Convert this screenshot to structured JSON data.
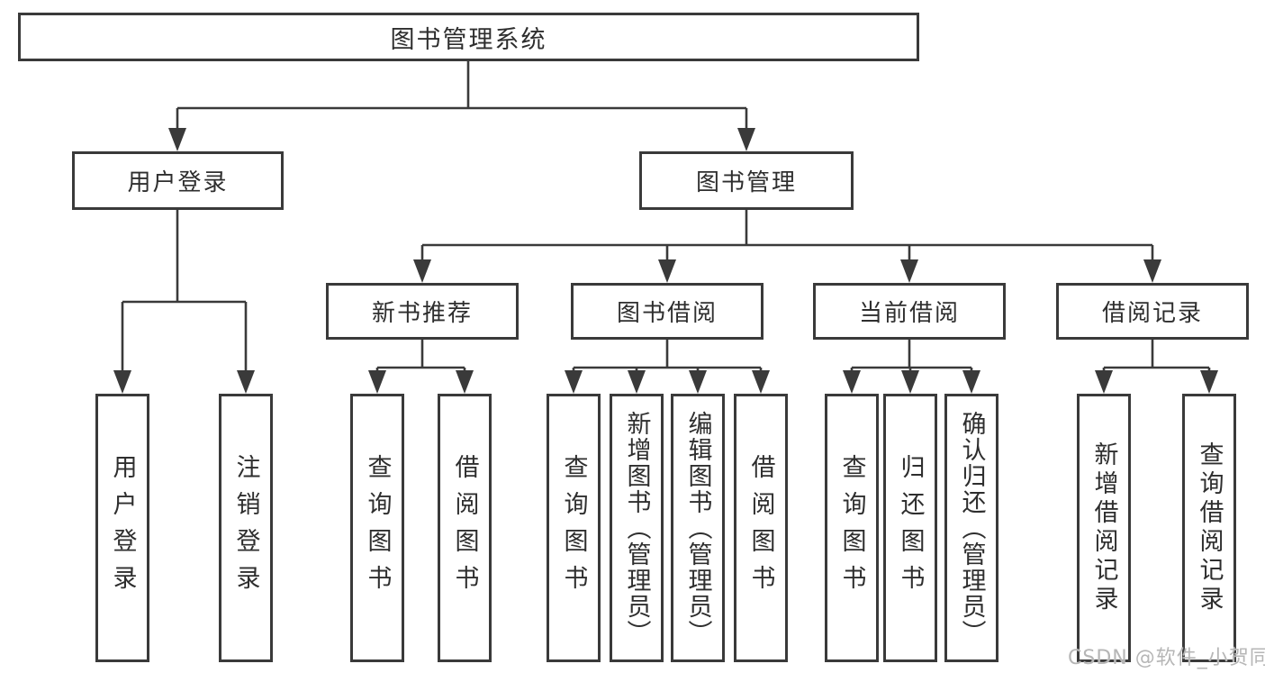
{
  "diagram": {
    "type": "tree-structure-chart",
    "colors": {
      "line": "#3a3a3a",
      "box_border": "#3a3a3a",
      "text": "#2e2e2e",
      "background": "#ffffff",
      "watermark": "#b6b6b6"
    },
    "nodes": {
      "root": {
        "label": "图书管理系统"
      },
      "user_login": {
        "label": "用户登录"
      },
      "book_management": {
        "label": "图书管理"
      },
      "new_book_recommend": {
        "label": "新书推荐"
      },
      "book_borrowing": {
        "label": "图书借阅"
      },
      "current_borrowing": {
        "label": "当前借阅"
      },
      "borrowing_records": {
        "label": "借阅记录"
      },
      "leaf_user_login": {
        "label": "用户登录"
      },
      "leaf_logout_login": {
        "label": "注销登录"
      },
      "leaf_rec_query_books": {
        "label": "查询图书"
      },
      "leaf_rec_borrow_books": {
        "label": "借阅图书"
      },
      "leaf_bor_query_books": {
        "label": "查询图书"
      },
      "leaf_bor_add_books_admin": {
        "label": "新增图书（管理员）"
      },
      "leaf_bor_edit_books_admin": {
        "label": "编辑图书（管理员）"
      },
      "leaf_bor_borrow_books": {
        "label": "借阅图书"
      },
      "leaf_cur_query_books": {
        "label": "查询图书"
      },
      "leaf_cur_return_books": {
        "label": "归还图书"
      },
      "leaf_cur_confirm_return_admin": {
        "label": "确认归还（管理员）"
      },
      "leaf_records_add_record": {
        "label": "新增借阅记录"
      },
      "leaf_records_query_record": {
        "label": "查询借阅记录"
      }
    },
    "hierarchy": {
      "图书管理系统": {
        "用户登录": [
          "用户登录",
          "注销登录"
        ],
        "图书管理": {
          "新书推荐": [
            "查询图书",
            "借阅图书"
          ],
          "图书借阅": [
            "查询图书",
            "新增图书（管理员）",
            "编辑图书（管理员）",
            "借阅图书"
          ],
          "当前借阅": [
            "查询图书",
            "归还图书",
            "确认归还（管理员）"
          ],
          "借阅记录": [
            "新增借阅记录",
            "查询借阅记录"
          ]
        }
      }
    },
    "watermark": {
      "text": "CSDN @软件_小贺同学"
    }
  }
}
